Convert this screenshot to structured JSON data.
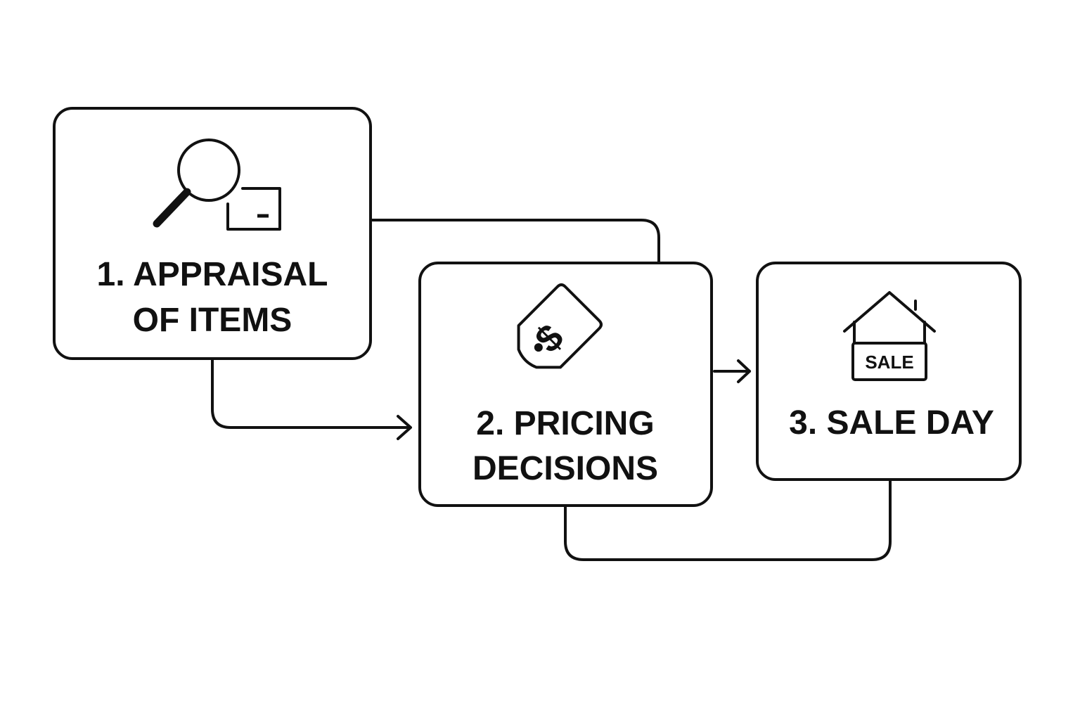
{
  "colors": {
    "ink": "#111111",
    "background": "#ffffff"
  },
  "steps": [
    {
      "icon": "magnifier-box-icon",
      "line1": "1. APPRAISAL",
      "line2": "OF ITEMS"
    },
    {
      "icon": "price-tag-icon",
      "line1": "2. PRICING",
      "line2": "DECISIONS"
    },
    {
      "icon": "house-sale-sign-icon",
      "line1": "3. SALE DAY",
      "sign_text": "SALE"
    }
  ],
  "connectors": [
    {
      "from": "step-1",
      "to": "step-2",
      "arrow": true
    },
    {
      "from": "step-1",
      "to": "step-2",
      "arrow": false
    },
    {
      "from": "step-2",
      "to": "step-3",
      "arrow": true
    },
    {
      "from": "step-2",
      "to": "step-3",
      "arrow": false
    }
  ]
}
